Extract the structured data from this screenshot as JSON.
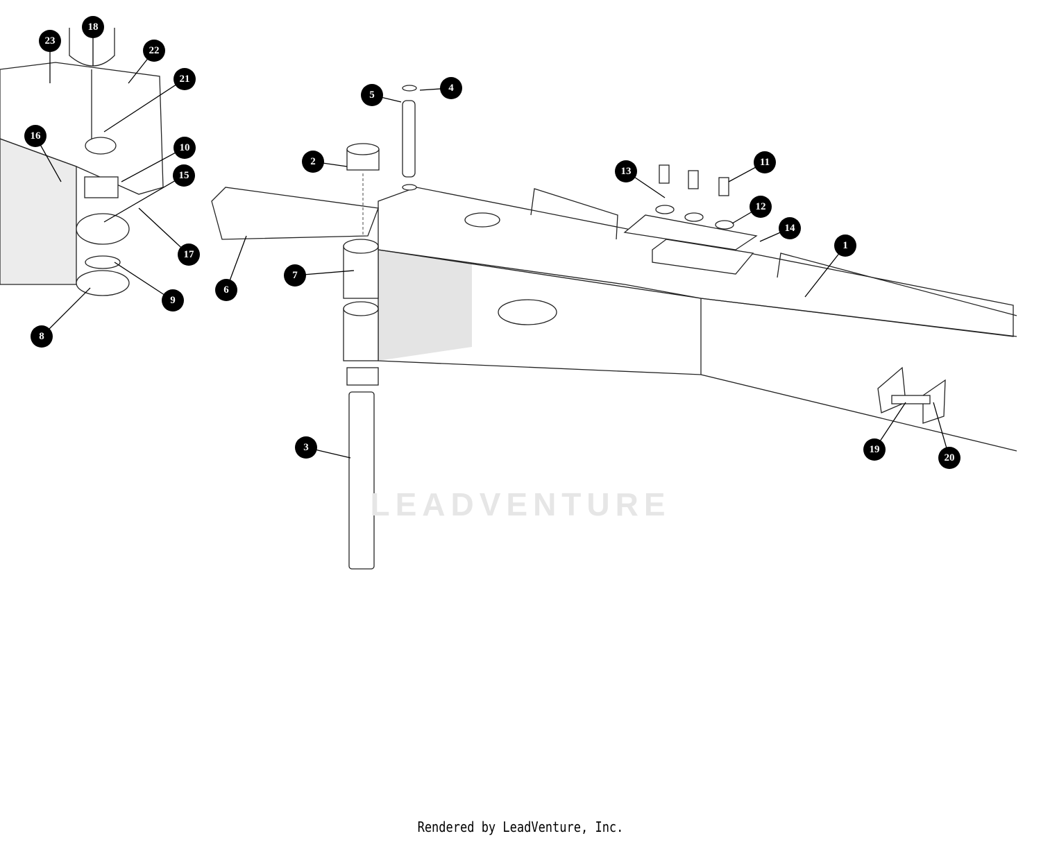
{
  "diagram": {
    "callouts": [
      "1",
      "2",
      "3",
      "4",
      "5",
      "6",
      "7",
      "8",
      "9",
      "10",
      "11",
      "12",
      "13",
      "14",
      "15",
      "16",
      "17",
      "18",
      "19",
      "20",
      "21",
      "22",
      "23"
    ]
  },
  "watermark": "LEADVENTURE",
  "footer": "Rendered by LeadVenture, Inc."
}
